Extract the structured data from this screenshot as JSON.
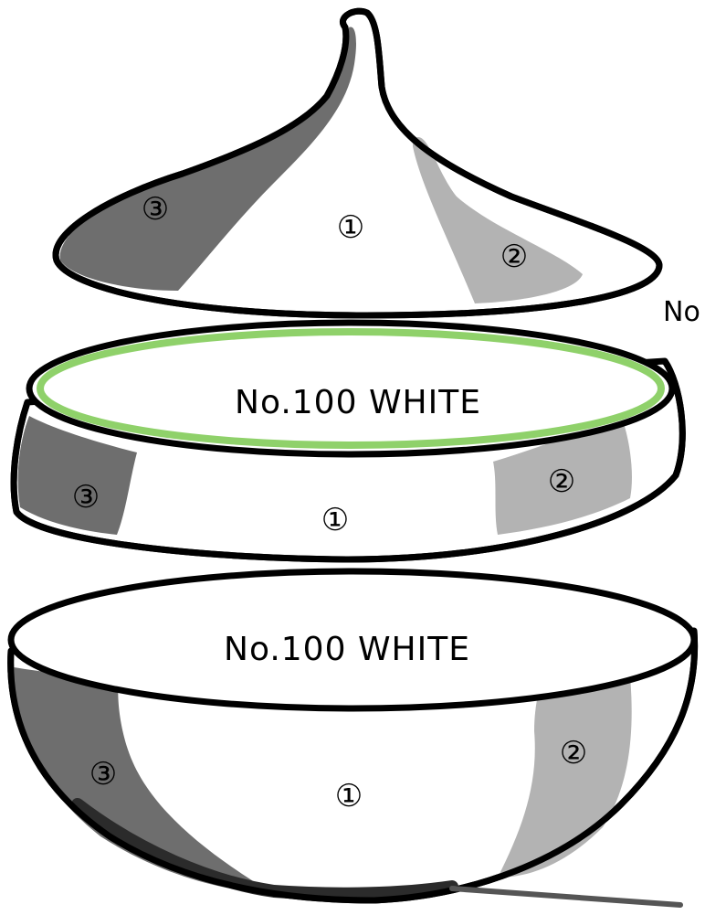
{
  "diagram": {
    "top_piece": {
      "zones": [
        "①",
        "②",
        "③"
      ]
    },
    "middle_piece": {
      "label": "No.100  WHITE",
      "zones": [
        "①",
        "②",
        "③"
      ],
      "rim_color": "#8fd16a"
    },
    "bottom_piece": {
      "label": "No.100  WHITE",
      "zones": [
        "①",
        "②",
        "③"
      ]
    },
    "cropped_label": "No",
    "colors": {
      "zone1": "#ffffff",
      "zone2": "#b3b3b3",
      "zone3": "#6e6e6e",
      "shadow": "#2b2b2b",
      "outline": "#000000"
    }
  }
}
